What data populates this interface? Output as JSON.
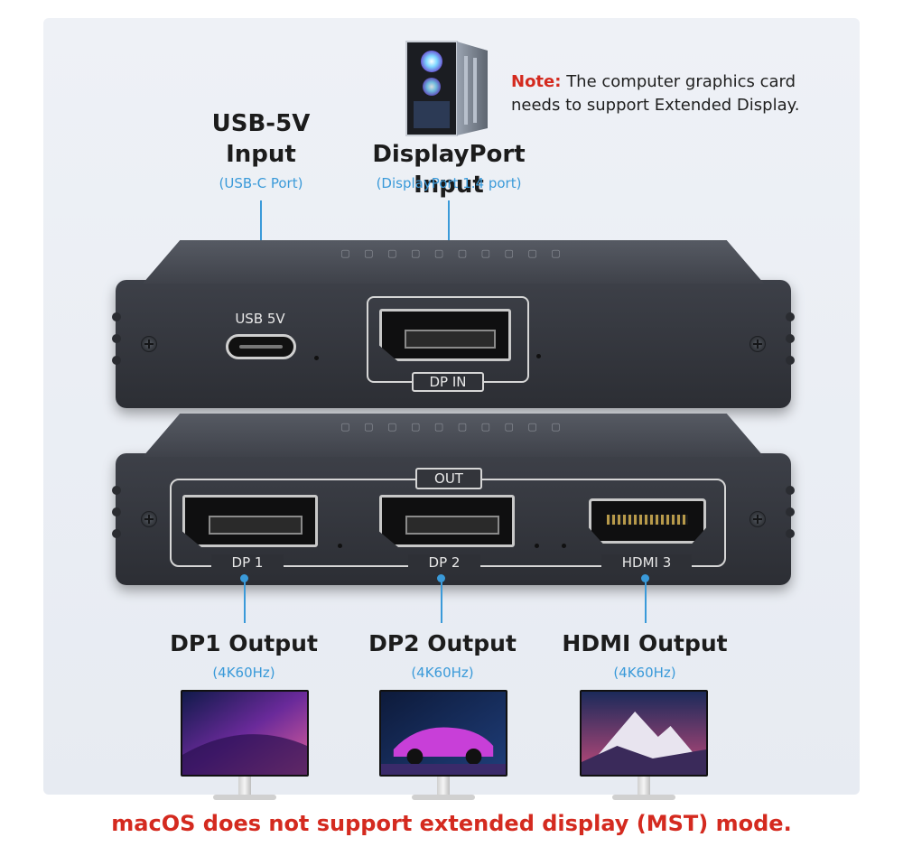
{
  "note": {
    "prefix": "Note:",
    "line1": "The computer graphics card",
    "line2": "needs to support Extended Display."
  },
  "inputs": {
    "usb": {
      "title_line1": "USB-5V",
      "title_line2": "Input",
      "sub": "(USB-C Port)"
    },
    "dp": {
      "title": "DisplayPort Input",
      "sub": "(DisplayPort 1.4 port)"
    }
  },
  "device_top": {
    "usb_label": "USB 5V",
    "dp_label": "DP IN"
  },
  "device_bottom": {
    "out_label": "OUT",
    "port1": "DP 1",
    "port2": "DP 2",
    "port3": "HDMI 3"
  },
  "outputs": [
    {
      "title": "DP1 Output",
      "sub": "(4K60Hz)"
    },
    {
      "title": "DP2 Output",
      "sub": "(4K60Hz)"
    },
    {
      "title": "HDMI Output",
      "sub": "(4K60Hz)"
    }
  ],
  "footer": "macOS does not support extended display (MST) mode.",
  "colors": {
    "accent_blue": "#3a9ad9",
    "warning_red": "#d42a1f",
    "device_body": "#2f3137"
  },
  "icons": [
    "pc-tower-icon",
    "usb-c-port-icon",
    "displayport-icon",
    "hdmi-port-icon",
    "monitor-icon"
  ]
}
